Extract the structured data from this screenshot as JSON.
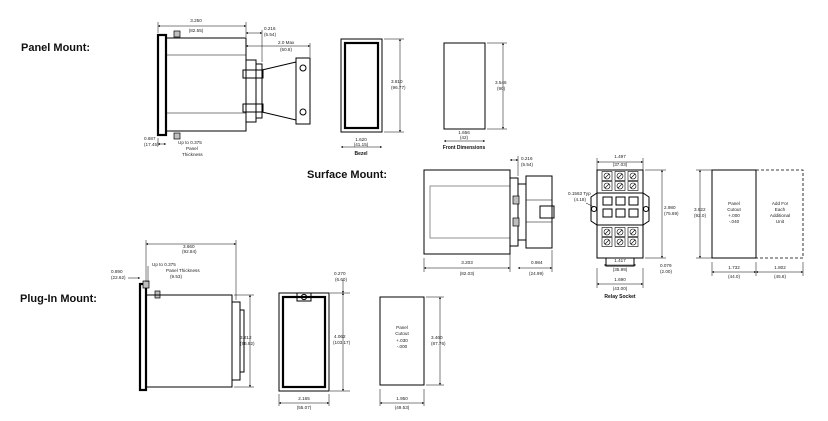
{
  "sections": {
    "panel": "Panel Mount:",
    "surface": "Surface Mount:",
    "plugin": "Plug-In Mount:"
  },
  "captions": {
    "bezel": "Bezel",
    "front_dimensions": "Front Dimensions",
    "relay_socket": "Relay Socket"
  },
  "cutout_label": {
    "l1": "Panel",
    "l2": "Cutout",
    "l3": "+.000",
    "l4": "-.040"
  },
  "cutout_label_plugin": {
    "l1": "Panel",
    "l2": "Cutout",
    "l3": "+.030",
    "l4": "-.000"
  },
  "add_unit_label": {
    "l1": "Add For",
    "l2": "Each",
    "l3": "Additional",
    "l4": "Unit"
  },
  "notes": {
    "panel_thickness_1": "Up to 0.375",
    "panel_thickness_2": "Panel",
    "panel_thickness_3": "Thickness",
    "plugin_thickness_1": "Up to 0.375",
    "plugin_thickness_2": "Panel Thickness",
    "plugin_thickness_3": "(9.53)"
  },
  "dims": {
    "p_width": "3.250",
    "p_width_mm": "(82.55)",
    "p_217": "0.216",
    "p_217_mm": "(5.54)",
    "p_max": "2.0 Max",
    "p_max_mm": "(50.8)",
    "p_lowleft": "0.687",
    "p_lowleft_mm": "(17.45)",
    "bz_h": "3.810",
    "bz_h_mm": "(96.77)",
    "bz_w": "1.620",
    "bz_w_mm": "(41.15)",
    "fd_h": "3.546",
    "fd_h_mm": "(90)",
    "fd_w": "1.656",
    "fd_w_mm": "(42)",
    "s_top": "0.216",
    "s_top_mm": "(5.54)",
    "s_w": "3.203",
    "s_w_mm": "(82.03)",
    "s_depth": "0.984",
    "s_depth_mm": "(24.99)",
    "rs_top": "1.497",
    "rs_top_mm": "(37.03)",
    "rs_typ": "0.1563 Typ",
    "rs_typ_mm": "(4.18)",
    "rs_h": "2.980",
    "rs_h_mm": "(75.69)",
    "rs_in": "1.417",
    "rs_in_mm": "(35.99)",
    "rs_079": "0.079",
    "rs_079_mm": "(2.00)",
    "rs_w": "1.690",
    "rs_w_mm": "(43.00)",
    "pc_h": "3.622",
    "pc_h_mm": "(92.0)",
    "pc_w": "1.732",
    "pc_w_mm": "(44.0)",
    "pc_add": "1.802",
    "pc_add_mm": "(45.8)",
    "pi_width": "3.660",
    "pi_width_mm": "(92.84)",
    "pi_090": "0.890",
    "pi_090_mm": "(22.62)",
    "pi_h": "3.812",
    "pi_h_mm": "(96.82)",
    "pi_fr_top": "0.270",
    "pi_fr_top_mm": "(6.60)",
    "pi_fr_h": "4.062",
    "pi_fr_h_mm": "(103.17)",
    "pi_fr_w": "2.165",
    "pi_fr_w_mm": "(55.07)",
    "pi_cut_h": "3.460",
    "pi_cut_h_mm": "(87.76)",
    "pi_cut_w": "1.950",
    "pi_cut_w_mm": "(49.53)"
  }
}
